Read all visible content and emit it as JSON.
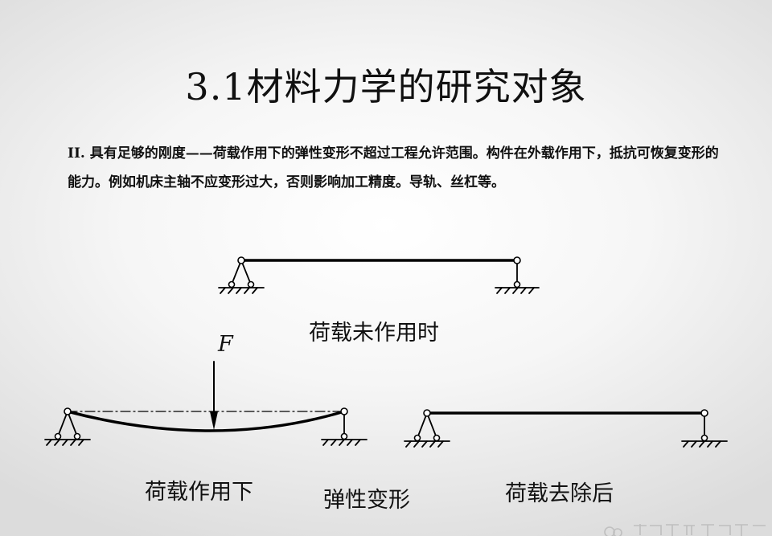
{
  "slide": {
    "title": "3.1材料力学的研究对象",
    "paragraph": "II. 具有足够的刚度——荷载作用下的弹性变形不超过工程允许范围。构件在外载作用下，抵抗可恢复变形的能力。例如机床主轴不应变形过大，否则影响加工精度。导轨、丝杠等。"
  },
  "diagram": {
    "labels": {
      "unloaded": "荷载未作用时",
      "loaded": "荷载作用下",
      "elastic": "弹性变形",
      "unloaded_after": "荷载去除后",
      "force": "F"
    }
  }
}
